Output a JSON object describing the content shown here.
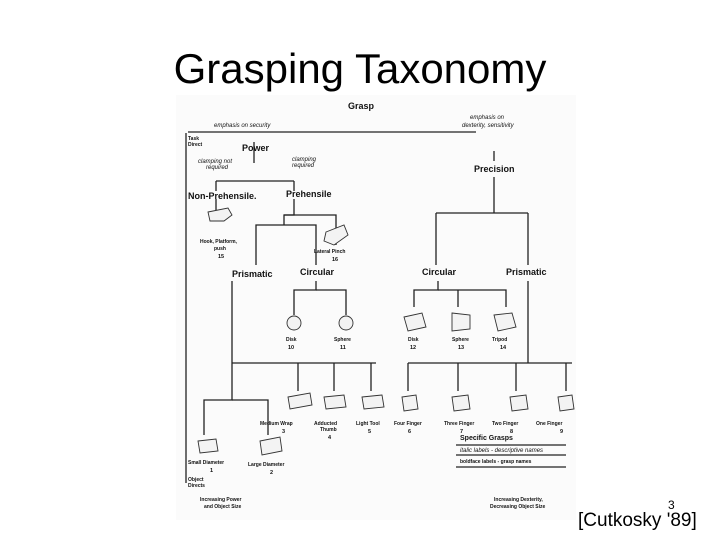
{
  "slide": {
    "title": "Grasping Taxonomy",
    "citation": "[Cutkosky '89]",
    "page_number": "3"
  },
  "diagram": {
    "root": "Grasp",
    "emphasis_security": "emphasis on security",
    "emphasis_dexterity_1": "emphasis on",
    "emphasis_dexterity_2": "dexterity, sensitivity",
    "task_direct_1": "Task",
    "task_direct_2": "Direct",
    "power": "Power",
    "precision": "Precision",
    "clamping_not_1": "clamping not",
    "clamping_not_2": "required",
    "clamping_req_1": "clamping",
    "clamping_req_2": "required",
    "non_prehensile": "Non-Prehensile.",
    "prehensile": "Prehensile",
    "hook_1": "Hook, Platform,",
    "hook_2": "push",
    "hook_num": "15",
    "lateral_pinch": "Lateral Pinch",
    "lateral_num": "16",
    "power_prismatic": "Prismatic",
    "power_circular": "Circular",
    "precision_circular": "Circular",
    "precision_prismatic": "Prismatic",
    "disk_power": "Disk",
    "disk_power_num": "10",
    "sphere_power": "Sphere",
    "sphere_power_num": "11",
    "disk_prec": "Disk",
    "disk_prec_num": "12",
    "sphere_prec": "Sphere",
    "sphere_prec_num": "13",
    "tripod": "Tripod",
    "tripod_num": "14",
    "medium_wrap": "Medium Wrap",
    "medium_wrap_num": "3",
    "adducted_1": "Adducted",
    "adducted_2": "Thumb",
    "adducted_num": "4",
    "light_tool": "Light Tool",
    "light_tool_num": "5",
    "four_finger": "Four Finger",
    "four_finger_num": "6",
    "three_finger": "Three Finger",
    "three_finger_num": "7",
    "two_finger": "Two Finger",
    "two_finger_num": "8",
    "one_finger": "One Finger",
    "one_finger_num": "9",
    "small_diameter": "Small Diameter",
    "small_diameter_num": "1",
    "large_diameter": "Large Diameter",
    "large_diameter_num": "2",
    "object_directs_1": "Object",
    "object_directs_2": "Directs",
    "specific_grasps": "Specific Grasps",
    "legend_italic": "italic labels - descriptive names",
    "legend_bold": "boldface labels - grasp names",
    "increasing_power_1": "Increasing Power",
    "increasing_power_2": "and Object Size",
    "increasing_dex_1": "Increasing Dexterity,",
    "increasing_dex_2": "Decreasing Object Size"
  }
}
